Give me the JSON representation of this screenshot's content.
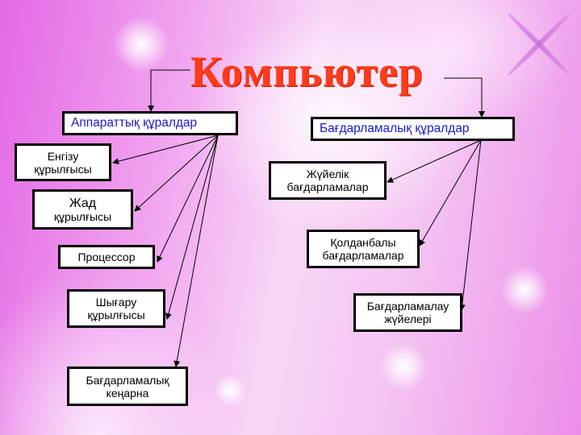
{
  "title": "Компьютер",
  "colors": {
    "title": "#ff3b1a",
    "heading_text": "#1a1ad0",
    "box_border": "#000000",
    "background_accent": "#e468e6"
  },
  "hardware": {
    "heading": "Аппараттық құралдар",
    "items": [
      {
        "line1": "Енгізу",
        "line2": "құрылғысы"
      },
      {
        "line1": "Жад",
        "line2": "құрылғысы"
      },
      {
        "line1": "Процессор",
        "line2": ""
      },
      {
        "line1": "Шығару",
        "line2": "құрылғысы"
      },
      {
        "line1": "Бағдарламалық",
        "line2": "кеңарна"
      }
    ]
  },
  "software": {
    "heading": "Бағдарламалық құралдар",
    "items": [
      {
        "line1": "Жүйелік",
        "line2": "бағдарламалар"
      },
      {
        "line1": "Қолданбалы",
        "line2": "бағдарламалар"
      },
      {
        "line1": "Бағдарламалау",
        "line2": "жүйелері"
      }
    ]
  }
}
